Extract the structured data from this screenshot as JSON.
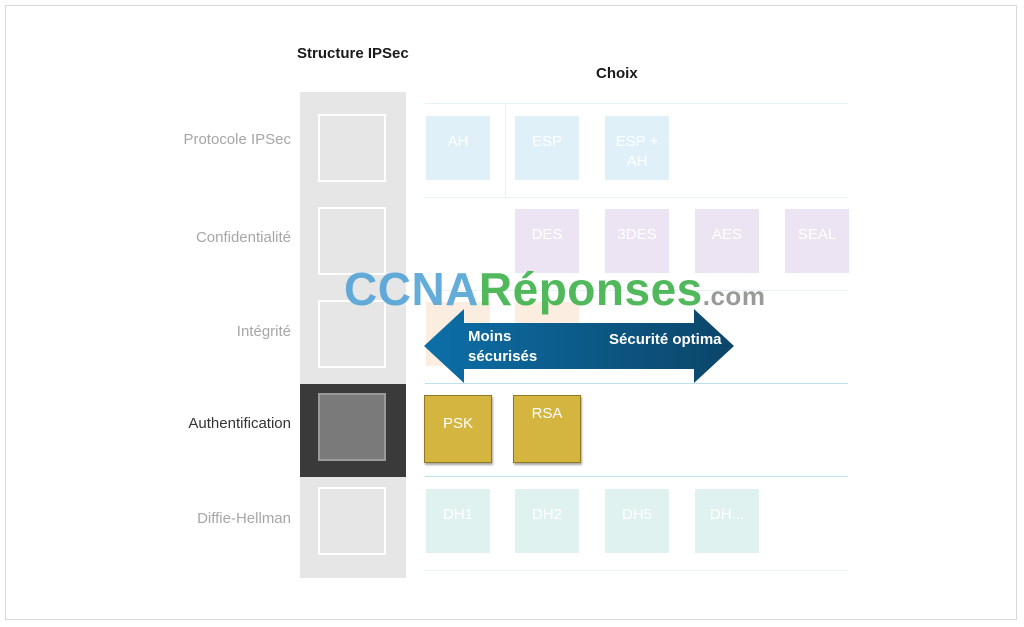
{
  "titles": {
    "structure": "Structure IPSec",
    "choices": "Choix"
  },
  "rows": [
    {
      "label": "Protocole IPSec",
      "active": false
    },
    {
      "label": "Confidentialité",
      "active": false
    },
    {
      "label": "Intégrité",
      "active": false
    },
    {
      "label": "Authentification",
      "active": true
    },
    {
      "label": "Diffie-Hellman",
      "active": false
    }
  ],
  "choices": {
    "protocol": [
      "AH",
      "ESP",
      "ESP + AH"
    ],
    "confidentiality": [
      "DES",
      "3DES",
      "AES",
      "SEAL"
    ],
    "authentication": [
      "PSK",
      "RSA"
    ],
    "diffie_hellman": [
      "DH1",
      "DH2",
      "DH5",
      "DH..."
    ]
  },
  "arrow": {
    "left_label": "Moins sécurisés",
    "right_label": "Sécurité optima"
  },
  "watermark": {
    "part1": "CCNA",
    "part2": "Réponses",
    "part3": ".com"
  },
  "colors": {
    "protocol_tile": "#e0f0f8",
    "confidentiality_tile": "#ece4f2",
    "integrity_tile": "#fbeee0",
    "authentication_tile": "#d3b53f",
    "diffie_hellman_tile": "#e0f2ef",
    "arrow_left": "#0d6fa8",
    "arrow_right": "#0c4569"
  }
}
